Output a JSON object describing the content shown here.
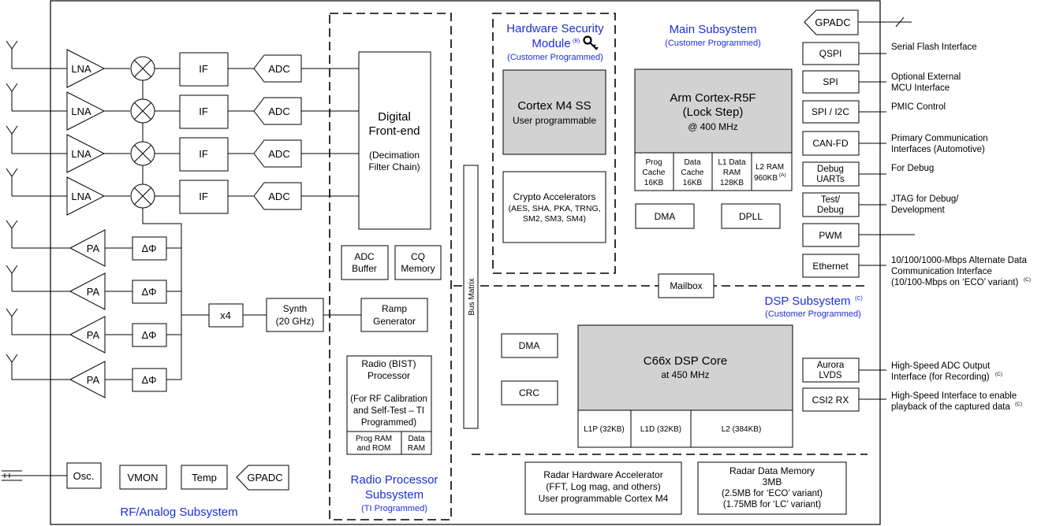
{
  "rf_rx": {
    "lna_label": "LNA",
    "if_label": "IF",
    "adc_label": "ADC"
  },
  "rf_tx": {
    "pa_label": "PA",
    "phase_label": "ΔΦ",
    "x4_label": "x4",
    "synth_line1": "Synth",
    "synth_line2": "(20 GHz)",
    "ramp_line1": "Ramp",
    "ramp_line2": "Generator"
  },
  "rf_misc": {
    "osc_label": "Osc.",
    "vmon_label": "VMON",
    "temp_label": "Temp",
    "gpadc_label": "GPADC"
  },
  "rf_subsystem_title": "RF/Analog Subsystem",
  "dfe": {
    "line1": "Digital",
    "line2": "Front-end",
    "line3": "(Decimation",
    "line4": "Filter Chain)"
  },
  "adc_buffer": {
    "line1": "ADC",
    "line2": "Buffer"
  },
  "cq_memory": {
    "line1": "CQ",
    "line2": "Memory"
  },
  "radio_processor": {
    "line1": "Radio (BIST)",
    "line2": "Processor",
    "line3": "(For RF Calibration",
    "line4": "and Self-Test  – TI",
    "line5": "Programmed)",
    "prog_ram_line1": "Prog RAM",
    "prog_ram_line2": "and ROM",
    "data_ram_line1": "Data",
    "data_ram_line2": "RAM"
  },
  "radio_subsystem": {
    "title_line1": "Radio Processor",
    "title_line2": "Subsystem",
    "note": "(TI Programmed)"
  },
  "bus_matrix_label": "Bus Matrix",
  "hsm": {
    "title_line1": "Hardware Security",
    "title_line2": "Module",
    "footnote": "(B)",
    "note": "(Customer Programmed)",
    "key_icon": "key-icon",
    "cortex_m4_line1": "Cortex M4 SS",
    "cortex_m4_line2": "User programmable",
    "crypto_line1": "Crypto Accelerators",
    "crypto_line2": "(AES, SHA, PKA, TRNG,",
    "crypto_line3": "SM2, SM3, SM4)"
  },
  "main_subsystem": {
    "title": "Main Subsystem",
    "note": "(Customer Programmed)",
    "r5f_line1": "Arm Cortex-R5F",
    "r5f_line2": "(Lock Step)",
    "r5f_line3": "@ 400 MHz",
    "prog_cache_line1": "Prog",
    "prog_cache_line2": "Cache",
    "prog_cache_line3": "16KB",
    "data_cache_line1": "Data",
    "data_cache_line2": "Cache",
    "data_cache_line3": "16KB",
    "l1_data_line1": "L1 Data",
    "l1_data_line2": "RAM",
    "l1_data_line3": "128KB",
    "l2_ram_line1": "L2 RAM",
    "l2_ram_line2": "960KB",
    "l2_ram_footnote": "(A)",
    "dma_label": "DMA",
    "dpll_label": "DPLL"
  },
  "mailbox_label": "Mailbox",
  "dsp_subsystem": {
    "title": "DSP Subsystem",
    "title_footnote": "(C)",
    "note": "(Customer Programmed)",
    "dma_label": "DMA",
    "crc_label": "CRC",
    "core_line1": "C66x DSP Core",
    "core_line2": "at 450 MHz",
    "l1p_label": "L1P (32KB)",
    "l1d_label": "L1D (32KB)",
    "l2_label": "L2 (384KB)"
  },
  "hwa": {
    "line1": "Radar Hardware Accelerator",
    "line2": "(FFT, Log mag, and others)",
    "line3": "User programmable Cortex M4"
  },
  "radar_memory": {
    "line1": "Radar Data Memory",
    "line2": "3MB",
    "line3": "(2.5MB for ‘ECO’ variant)",
    "line4": "(1.75MB for ‘LC’ variant)"
  },
  "peripherals": {
    "gpadc_label": "GPADC",
    "qspi_label": "QSPI",
    "qspi_desc": "Serial Flash Interface",
    "spi_label": "SPI",
    "spi_desc_line1": "Optional External",
    "spi_desc_line2": "MCU Interface",
    "spii2c_label": "SPI / I2C",
    "spii2c_desc": "PMIC Control",
    "canfd_label": "CAN-FD",
    "canfd_desc_line1": "Primary Communication",
    "canfd_desc_line2": "Interfaces (Automotive)",
    "uart_line1": "Debug",
    "uart_line2": "UARTs",
    "uart_desc": "For Debug",
    "test_line1": "Test/",
    "test_line2": "Debug",
    "test_desc_line1": "JTAG for Debug/",
    "test_desc_line2": "Development",
    "pwm_label": "PWM",
    "eth_label": "Ethernet",
    "eth_desc_line1": "10/100/1000-Mbps Alternate Data",
    "eth_desc_line2": "Communication Interface",
    "eth_desc_line3": "(10/100-Mbps on ‘ECO’ variant)",
    "eth_desc_footnote": "(C)",
    "aurora_line1": "Aurora",
    "aurora_line2": "LVDS",
    "aurora_desc_line1": "High-Speed ADC Output",
    "aurora_desc_line2": "Interface (for Recording)",
    "aurora_desc_footnote": "(C)",
    "csi2_label": "CSI2 RX",
    "csi2_desc_line1": "High-Speed Interface to enable",
    "csi2_desc_line2": "playback of the captured data",
    "csi2_desc_footnote": "(C)"
  }
}
